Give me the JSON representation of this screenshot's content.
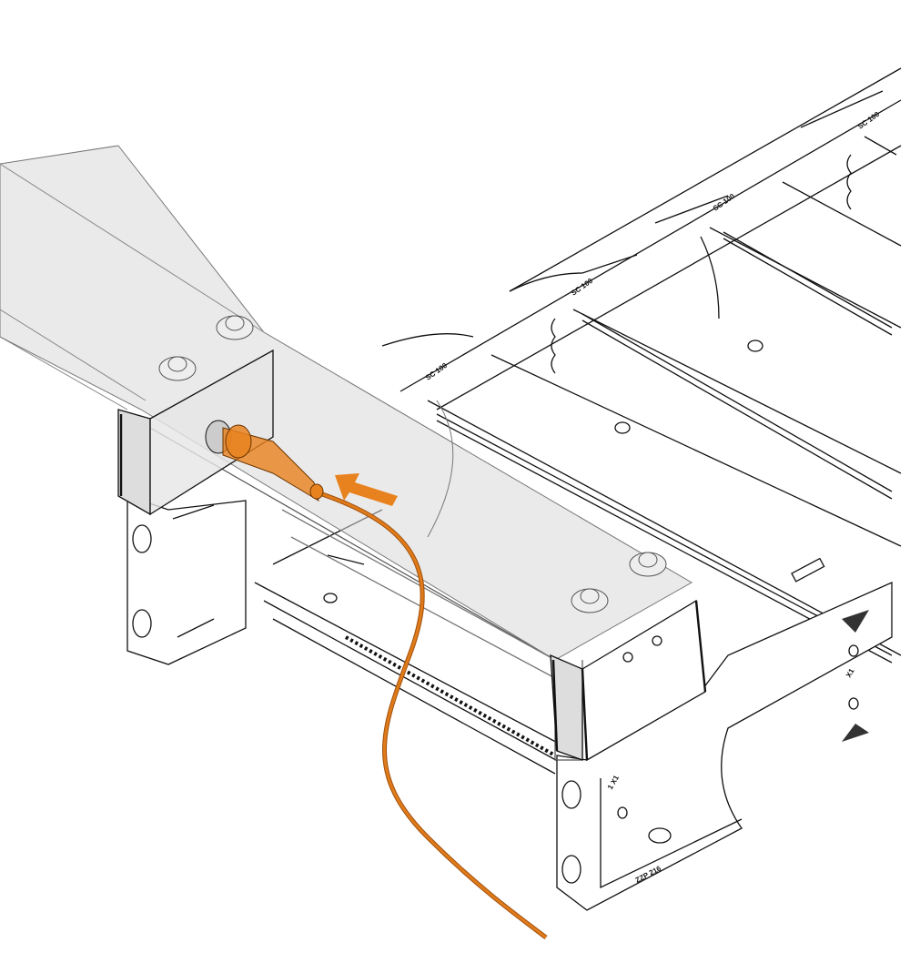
{
  "illustration": {
    "accent_color": "#e8821e",
    "cable_color": "#e07b1a",
    "cover_color": "#d8d8d8",
    "arrow_direction": "insert",
    "labels": {
      "carrier_1": "SC 100",
      "carrier_2": "SC 100",
      "carrier_3": "SC 100",
      "carrier_4": "SC 100",
      "front_mark_1": "1 X1",
      "front_mark_2": "X1",
      "part_no": "ZZP 216"
    }
  }
}
